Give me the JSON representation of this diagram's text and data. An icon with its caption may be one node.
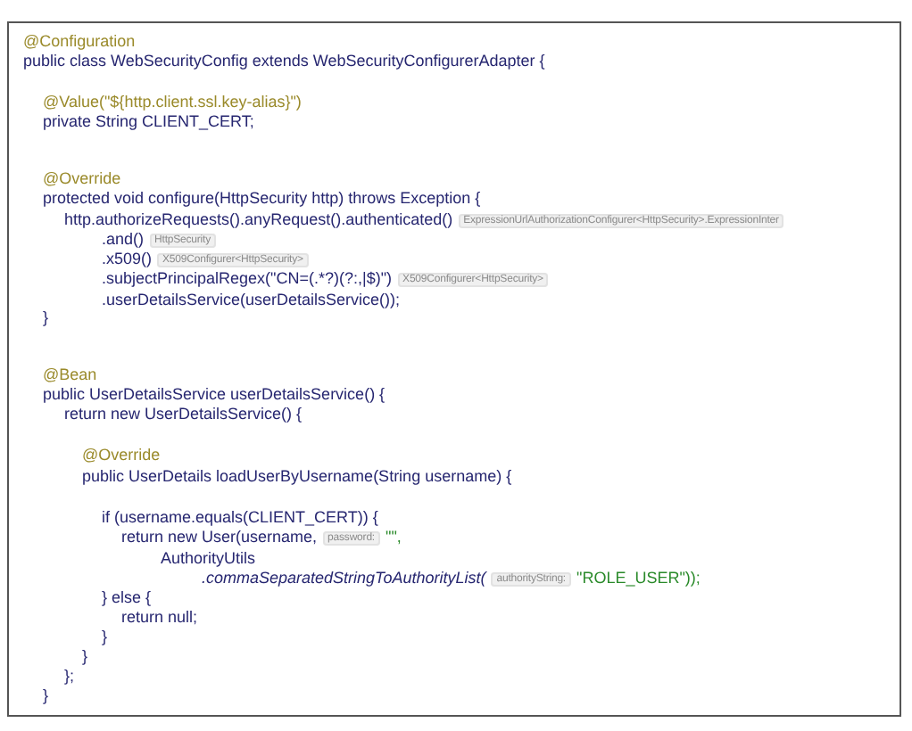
{
  "diagram": {
    "labels": [
      "@Configuration",
      "public class WebSecurityConfig extends WebSecurityConfigurerAdapter {",
      "@Value(\"${http.client.ssl.key-alias}\")",
      "private String CLIENT_CERT;",
      "@Override",
      "protected void configure(HttpSecurity http) throws Exception {",
      "http.authorizeRequests().anyRequest().authenticated()",
      "ExpressionUrlAuthorizationConfigurer<HttpSecurity>.ExpressionInter",
      ".and()",
      "HttpSecurity",
      ".x509()",
      "X509Configurer<HttpSecurity>",
      ".subjectPrincipalRegex(\"CN=(.*?)(?:,|$)\")",
      "X509Configurer<HttpSecurity>",
      ".userDetailsService(userDetailsService());",
      "}",
      "@Bean",
      "public UserDetailsService userDetailsService() {",
      "return new UserDetailsService() {",
      "@Override",
      "public UserDetails loadUserByUsername(String username) {",
      "if (username.equals(CLIENT_CERT)) {",
      "return new User(username,",
      "password:",
      "\"\",",
      "AuthorityUtils",
      ".commaSeparatedStringToAuthorityList(",
      "authorityString:",
      "\"ROLE_USER\"));",
      "} else {",
      "return null;",
      "}",
      "}",
      "};",
      "}"
    ]
  }
}
